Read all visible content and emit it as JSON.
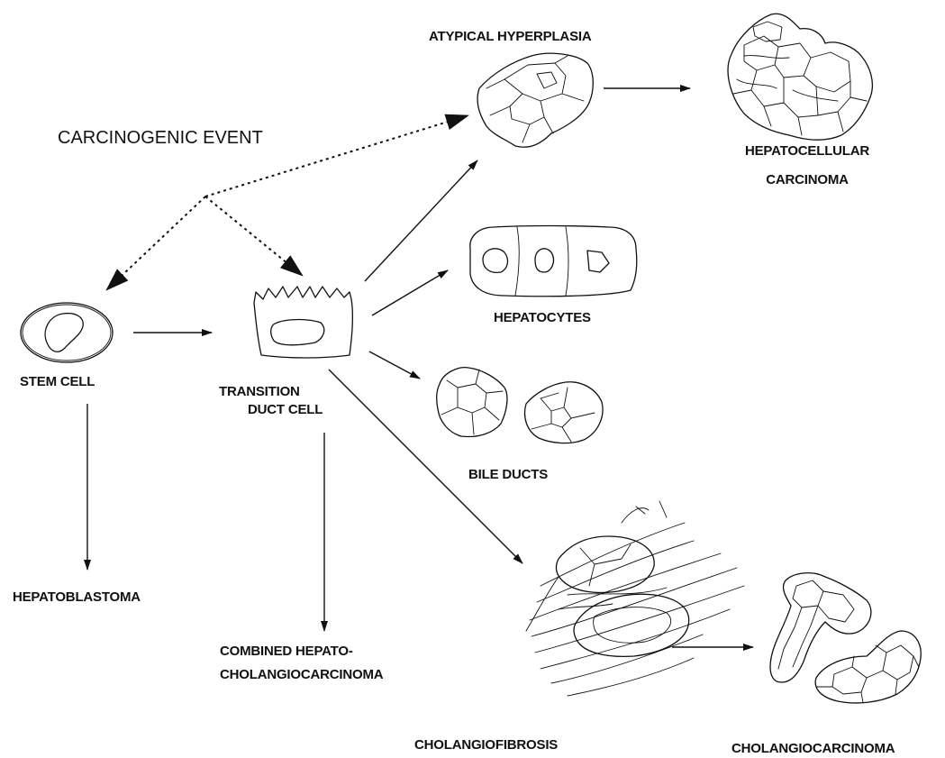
{
  "labels": {
    "carcinogenic_event": "CARCINOGENIC EVENT",
    "stem_cell": "STEM CELL",
    "transition_duct_cell": [
      "TRANSITION",
      "DUCT CELL"
    ],
    "atypical_hyperplasia": "ATYPICAL HYPERPLASIA",
    "hepatocellular_carcinoma": [
      "HEPATOCELLULAR",
      "CARCINOMA"
    ],
    "hepatocytes": "HEPATOCYTES",
    "bile_ducts": "BILE DUCTS",
    "hepatoblastoma": "HEPATOBLASTOMA",
    "combined": [
      "COMBINED HEPATO-",
      "CHOLANGIOCARCINOMA"
    ],
    "cholangiofibrosis": "CHOLANGIOFIBROSIS",
    "cholangiocarcinoma": "CHOLANGIOCARCINOMA"
  }
}
